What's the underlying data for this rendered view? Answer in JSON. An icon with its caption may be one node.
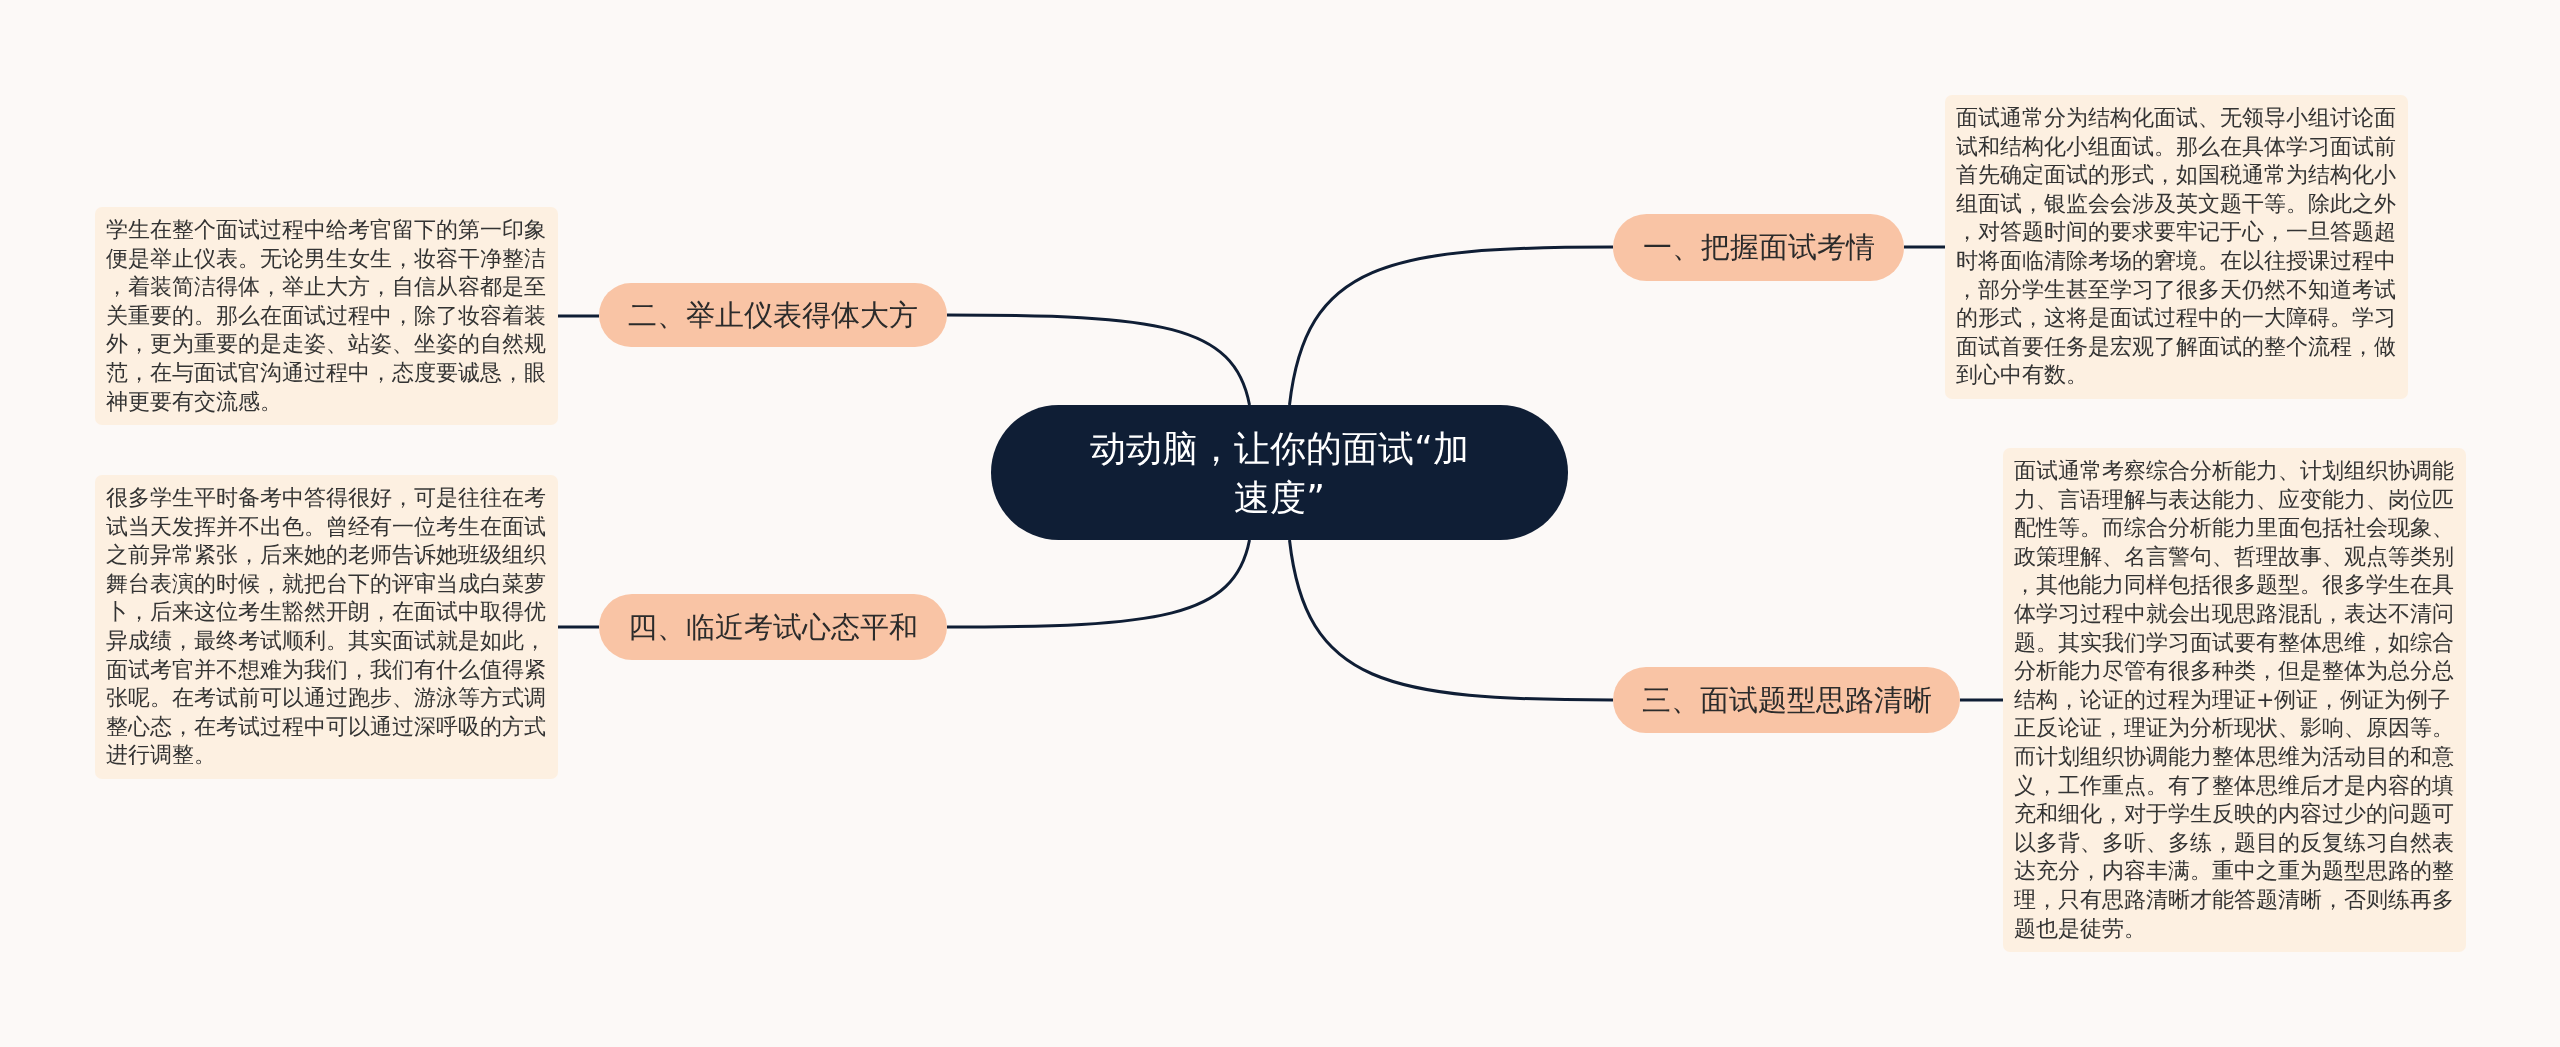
{
  "diagram": {
    "nodes": [
      {
        "text": [
          "动动脑，让你的面试“加速度”"
        ]
      },
      {
        "text": [
          "一、把握面试考情"
        ]
      },
      {
        "text": [
          "面试通常分为结构化面试、无领导小组讨论面试和结构化小组面试。那么在具体学习面试前首先确定面试的形式，如国税通常为结构化小组面试，银监会会涉及英文题干等。除此之外，对答题时间的要求要牢记于心，一旦答题超时将面临清除考场的窘境。在以往授课过程中，部分学生甚至学习了很多天仍然不知道考试的形式，这将是面试过程中的一大障碍。学习面试首要任务是宏观了解面试的整个流程，做到心中有数。"
        ]
      },
      {
        "text": [
          "二、举止仪表得体大方"
        ]
      },
      {
        "text": [
          "学生在整个面试过程中给考官留下的第一印象便是举止仪表。无论男生女生，妆容干净整洁，着装简洁得体，举止大方，自信从容都是至关重要的。那么在面试过程中，除了妆容着装外，更为重要的是走姿、站姿、坐姿的自然规范，在与面试官沟通过程中，态度要诚恳，眼神更要有交流感。"
        ]
      },
      {
        "text": [
          "三、面试题型思路清晰"
        ]
      },
      {
        "text": [
          "面试通常考察综合分析能力、计划组织协调能力、言语理解与表达能力、应变能力、岗位匹配性等。而综合分析能力里面包括社会现象、政策理解、名言警句、哲理故事、观点等类别，其他能力同样包括很多题型。很多学生在具体学习过程中就会出现思路混乱，表达不清问题。其实我们学习面试要有整体思维，如综合分析能力尽管有很多种类，但是整体为总分总结构，论证的过程为理证+例证，例证为例子正反论证，理证为分析现状、影响、原因等。而计划组织协调能力整体思维为活动目的和意义，工作重点。有了整体思维后才是内容的填充和细化，对于学生反映的内容过少的问题可以多背、多听、多练，题目的反复练习自然表达充分，内容丰满。重中之重为题型思路的整理，只有思路清晰才能答题清晰，否则练再多题也是徒劳。"
        ]
      },
      {
        "text": [
          "四、临近考试心态平和"
        ]
      },
      {
        "text": [
          "很多学生平时备考中答得很好，可是往往在考试当天发挥并不出色。曾经有一位考生在面试之前异常紧张，后来她的老师告诉她班级组织舞台表演的时候，就把台下的评审当成白菜萝卜，后来这位考生豁然开朗，在面试中取得优异成绩，最终考试顺利。其实面试就是如此，面试考官并不想难为我们，我们有什么值得紧张呢。在考试前可以通过跑步、游泳等方式调整心态，在考试过程中可以通过深呼吸的方式进行调整。"
        ]
      }
    ],
    "edges": [
      {
        "from": 0,
        "to": 1,
        "arrow": "none"
      },
      {
        "from": 1,
        "to": 2,
        "arrow": "none"
      },
      {
        "from": 0,
        "to": 3,
        "arrow": "none"
      },
      {
        "from": 3,
        "to": 4,
        "arrow": "none"
      },
      {
        "from": 0,
        "to": 5,
        "arrow": "none"
      },
      {
        "from": 5,
        "to": 6,
        "arrow": "none"
      },
      {
        "from": 0,
        "to": 7,
        "arrow": "none"
      },
      {
        "from": 7,
        "to": 8,
        "arrow": "none"
      }
    ]
  }
}
